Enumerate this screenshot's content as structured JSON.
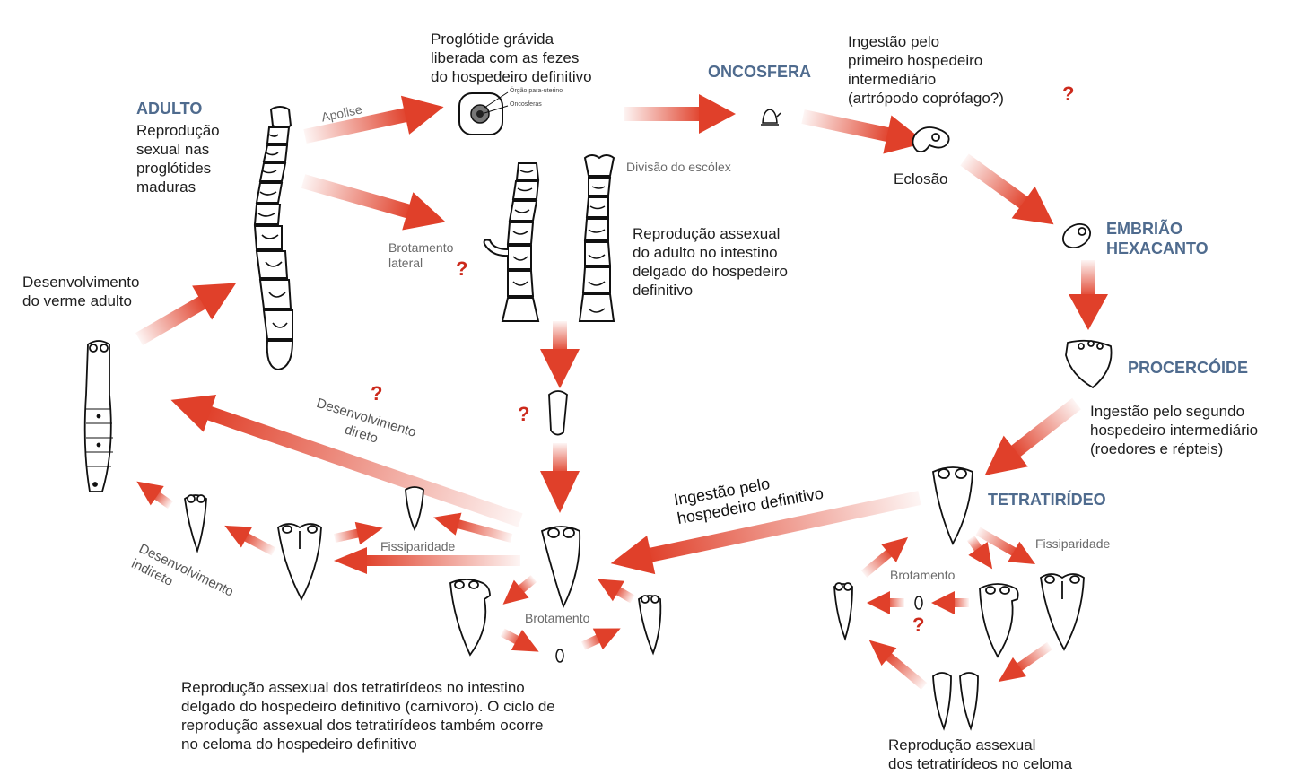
{
  "stages": {
    "adulto": "ADULTO",
    "oncosfera": "ONCOSFERA",
    "embriao": "EMBRIÃO\nHEXACANTO",
    "procercoide": "PROCERCÓIDE",
    "tetratirideo": "TETRATIRÍDEO"
  },
  "labels": {
    "adulto_desc": "Reprodução\nsexual nas\nproglótides\nmaduras",
    "proglotide": "Proglótide grávida\nliberada com as fezes\ndo hospedeiro definitivo",
    "ingestao_primeiro": "Ingestão pelo\nprimeiro hospedeiro\nintermediário\n(artrópodo coprófago?)",
    "eclosao": "Eclosão",
    "reproducao_adulto": "Reprodução assexual\ndo adulto no intestino\ndelgado do hospedeiro\ndefinitivo",
    "ingestao_segundo": "Ingestão pelo segundo\nhospedeiro intermediário\n(roedores e répteis)",
    "desenvolvimento_adulto": "Desenvolvimento\ndo verme adulto",
    "ingestao_definitivo": "Ingestão pelo\nhospedeiro definitivo",
    "reproducao_intestino": "Reprodução assexual dos tetratirídeos no intestino\ndelgado do hospedeiro definitivo (carnívoro). O ciclo de\nreprodução assexual dos tetratirídeos também ocorre\nno celoma do hospedeiro definitivo",
    "reproducao_celoma": "Reprodução assexual\ndos tetratirídeos no celoma"
  },
  "notes": {
    "apolise": "Apolise",
    "divisao_escolex": "Divisão do escólex",
    "brotamento_lateral": "Brotamento\nlateral",
    "desenvolvimento_direto": "Desenvolvimento\ndireto",
    "desenvolvimento_indireto": "Desenvolvimento\nindireto",
    "fissiparidade_left": "Fissiparidade",
    "brotamento_left": "Brotamento",
    "brotamento_right": "Brotamento",
    "fissiparidade_right": "Fissiparidade",
    "orgao_parauterino": "Órgão para-uterino",
    "oncosferas": "Oncosferas"
  },
  "question_mark": "?",
  "colors": {
    "stage_label": "#4f6b8e",
    "arrow_red": "#e0402a",
    "question_red": "#cc2a1c"
  }
}
